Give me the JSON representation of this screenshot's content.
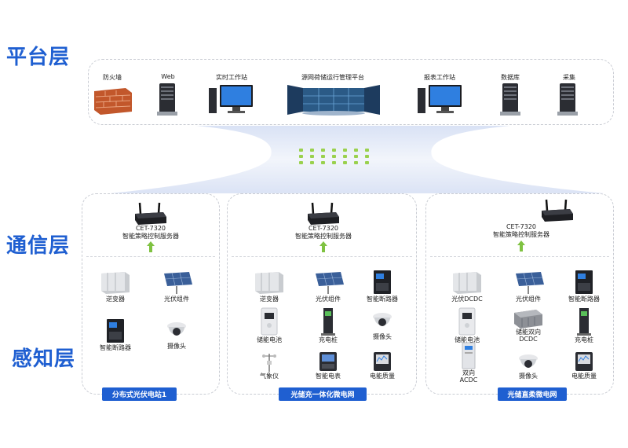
{
  "layers": {
    "platform": "平台层",
    "comm": "通信层",
    "sense": "感知层"
  },
  "platform_items": {
    "firewall": "防火墙",
    "web": "Web",
    "realtime_ws": "实时工作站",
    "center": "源网荷储运行管理平台",
    "report_ws": "报表工作站",
    "database": "数据库",
    "collect": "采集"
  },
  "server": {
    "model": "CET-7320",
    "name": "智能策略控制服务器"
  },
  "station1": {
    "tag": "分布式光伏电站1",
    "inverter": "逆变器",
    "pv": "光伏组件",
    "breaker": "智能断路器",
    "camera": "摄像头"
  },
  "station2": {
    "tag": "光储充一体化微电网",
    "inverter": "逆变器",
    "pv": "光伏组件",
    "breaker": "智能断路器",
    "battery": "储能电池",
    "charger": "充电桩",
    "camera": "摄像头",
    "weather": "气象仪",
    "meter": "智能电表",
    "quality": "电能质量"
  },
  "station3": {
    "tag": "光储直柔微电网",
    "pv_dcdc": "光伏DCDC",
    "pv": "光伏组件",
    "breaker": "智能断路器",
    "battery": "储能电池",
    "bidir_dcdc_1": "储能双向",
    "bidir_dcdc_2": "DCDC",
    "charger": "充电桩",
    "acdc_1": "双向",
    "acdc_2": "ACDC",
    "camera": "摄像头",
    "quality": "电能质量"
  },
  "colors": {
    "accent": "#1f5fd1",
    "dash": "#c9ccd3",
    "arrow": "#7fc241"
  }
}
